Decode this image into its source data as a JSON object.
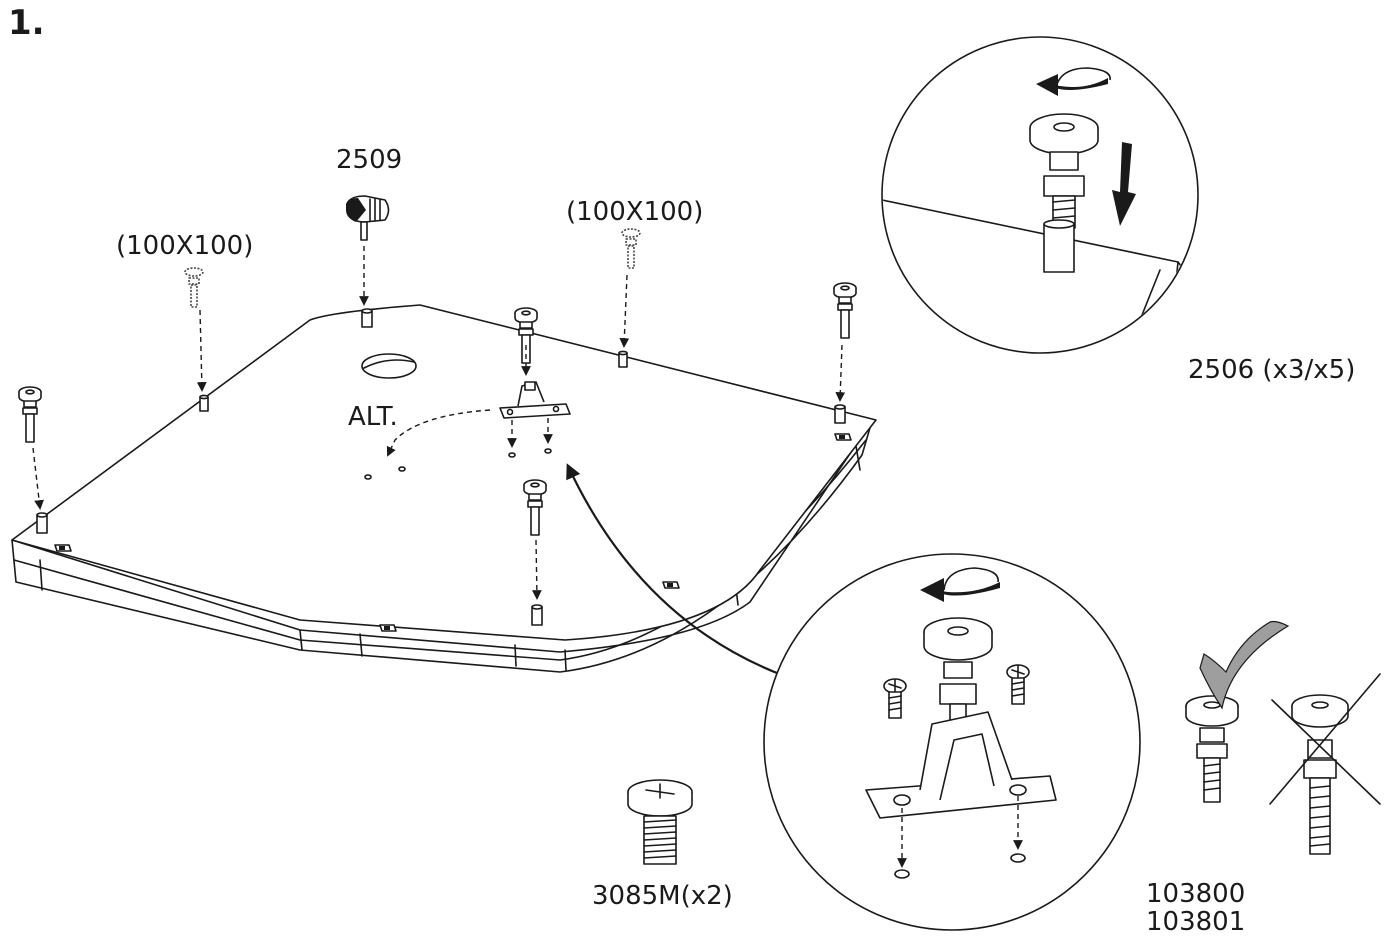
{
  "step_number": "1.",
  "labels": {
    "part_2509": "2509",
    "hole_pattern_left": "(100X100)",
    "hole_pattern_right": "(100X100)",
    "alt": "ALT.",
    "part_2506": "2506 (x3/x5)",
    "part_3085m": "3085M(x2)",
    "part_103800": "103800",
    "part_103801": "103801"
  },
  "icons": {
    "rotate": "rotate-counterclockwise-icon",
    "push_down": "arrow-down-icon",
    "correct": "checkmark-icon",
    "incorrect": "cross-icon"
  }
}
